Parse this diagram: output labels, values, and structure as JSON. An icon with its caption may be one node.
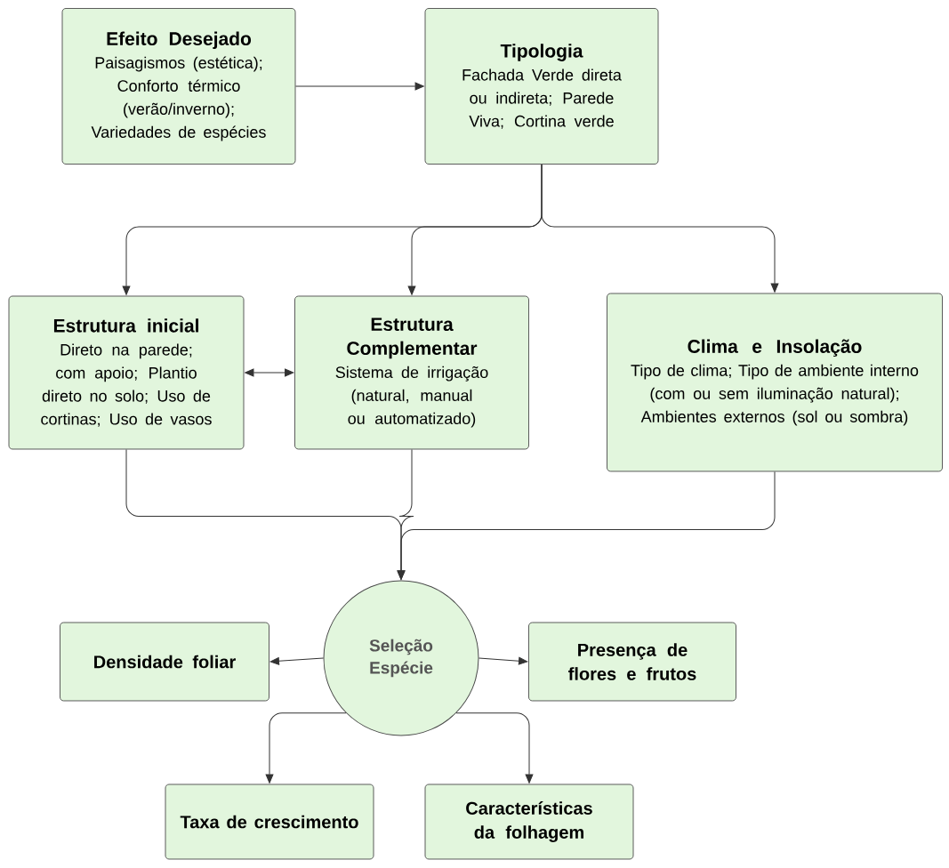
{
  "diagram": {
    "nodes": [
      {
        "text": [
          "Efeito Desejado",
          "Paisagismos (estética); Conforto térmico (verão/inverno); Variedades de espécies"
        ]
      },
      {
        "text": [
          "Tipologia",
          "Fachada Verde direta ou indireta; Parede Viva; Cortina verde"
        ]
      },
      {
        "text": [
          "Estrutura inicial",
          "Direto na parede; com apoio; Plantio direto no solo; Uso de cortinas; Uso de vasos"
        ]
      },
      {
        "text": [
          "Estrutura Complementar",
          "Sistema de irrigação (natural, manual ou automatizado)"
        ]
      },
      {
        "text": [
          "Clima e Insolação",
          "Tipo de clima; Tipo de ambiente interno (com ou sem iluminação natural); Ambientes externos (sol ou sombra)"
        ]
      },
      {
        "text": [
          "Seleção Espécie"
        ]
      },
      {
        "text": [
          "Densidade foliar"
        ]
      },
      {
        "text": [
          "Presença de flores e frutos"
        ]
      },
      {
        "text": [
          "Taxa de crescimento"
        ]
      },
      {
        "text": [
          "Características da folhagem"
        ]
      }
    ],
    "edges": [
      {
        "from": 0,
        "to": 1,
        "arrow": "to"
      },
      {
        "from": 1,
        "to": 2,
        "arrow": "to"
      },
      {
        "from": 1,
        "to": 3,
        "arrow": "to"
      },
      {
        "from": 1,
        "to": 4,
        "arrow": "to"
      },
      {
        "from": 2,
        "to": 3,
        "arrow": "both"
      },
      {
        "from": 2,
        "to": 5,
        "arrow": "to"
      },
      {
        "from": 3,
        "to": 5,
        "arrow": "to"
      },
      {
        "from": 4,
        "to": 5,
        "arrow": "to"
      },
      {
        "from": 5,
        "to": 6,
        "arrow": "to"
      },
      {
        "from": 5,
        "to": 7,
        "arrow": "to"
      },
      {
        "from": 5,
        "to": 8,
        "arrow": "to"
      },
      {
        "from": 5,
        "to": 9,
        "arrow": "to"
      }
    ]
  }
}
